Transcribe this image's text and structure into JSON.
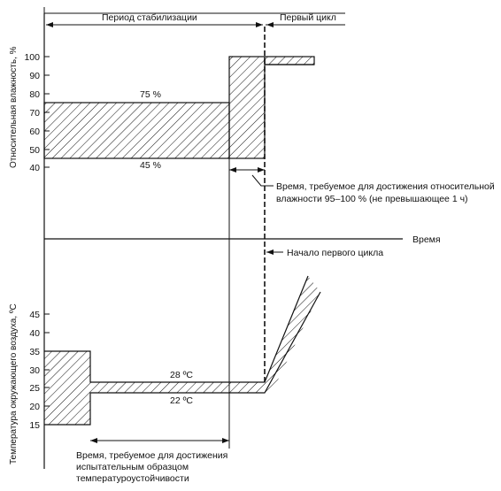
{
  "top_chart": {
    "ylabel": "Относительная влажность, %",
    "ticks": [
      "100",
      "90",
      "80",
      "70",
      "60",
      "50",
      "40"
    ],
    "stabilization_label": "Период стабилизации",
    "first_cycle_label": "Первый цикл",
    "upper_value_label": "75 %",
    "lower_value_label": "45 %",
    "humidity_note_line1": "Время, требуемое для достижения относительной",
    "humidity_note_line2": "влажности 95–100 % (не превышающее 1 ч)"
  },
  "time_axis": {
    "label": "Время",
    "cycle_start_label": "Начало первого цикла"
  },
  "bottom_chart": {
    "ylabel": "Температура окружающего воздуха, ºС",
    "ticks": [
      "45",
      "40",
      "35",
      "30",
      "25",
      "20",
      "15"
    ],
    "upper_value_label": "28 ºС",
    "lower_value_label": "22 ºС",
    "temp_note_line1": "Время, требуемое для достижения",
    "temp_note_line2": "испытательным образцом",
    "temp_note_line3": "температуроустойчивости"
  }
}
